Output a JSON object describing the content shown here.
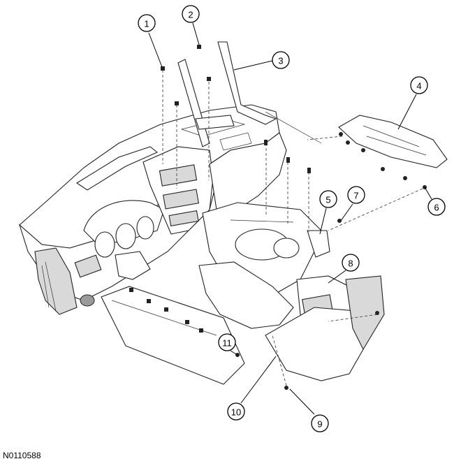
{
  "figure_id": "N0110588",
  "callouts": [
    "1",
    "2",
    "3",
    "4",
    "5",
    "6",
    "7",
    "8",
    "9",
    "10",
    "11"
  ]
}
